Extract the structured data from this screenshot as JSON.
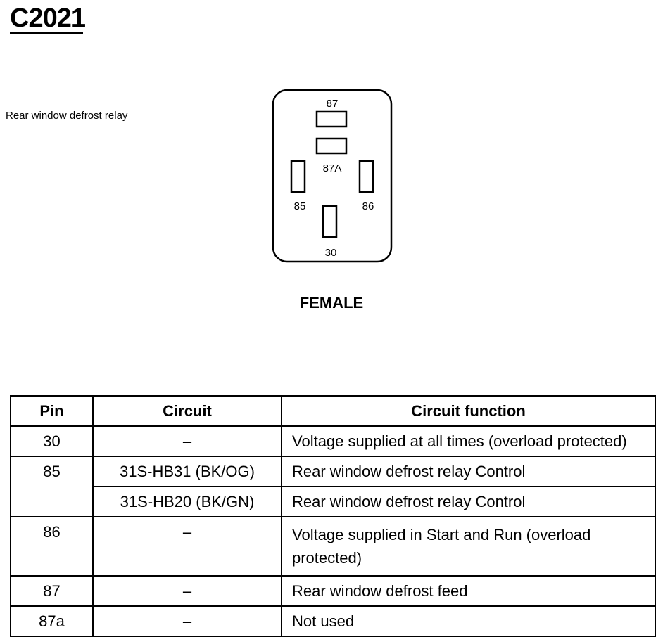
{
  "connector_id": "C2021",
  "description": "Rear window defrost relay",
  "view_label": "FEMALE",
  "pins_diagram": {
    "p87": "87",
    "p87a": "87A",
    "p85": "85",
    "p86": "86",
    "p30": "30"
  },
  "table": {
    "headers": {
      "pin": "Pin",
      "circuit": "Circuit",
      "function": "Circuit function"
    },
    "rows": [
      {
        "pin": "30",
        "circuit": "–",
        "function": "Voltage supplied at all times (overload protected)"
      },
      {
        "pin": "85",
        "circuit": "31S-HB31 (BK/OG)",
        "function": "Rear window defrost relay Control"
      },
      {
        "pin": "",
        "circuit": "31S-HB20 (BK/GN)",
        "function": "Rear window defrost relay Control"
      },
      {
        "pin": "86",
        "circuit": "–",
        "function": "Voltage supplied in Start and Run (overload protected)"
      },
      {
        "pin": "87",
        "circuit": "–",
        "function": "Rear window defrost feed"
      },
      {
        "pin": "87a",
        "circuit": "–",
        "function": "Not used"
      }
    ]
  }
}
